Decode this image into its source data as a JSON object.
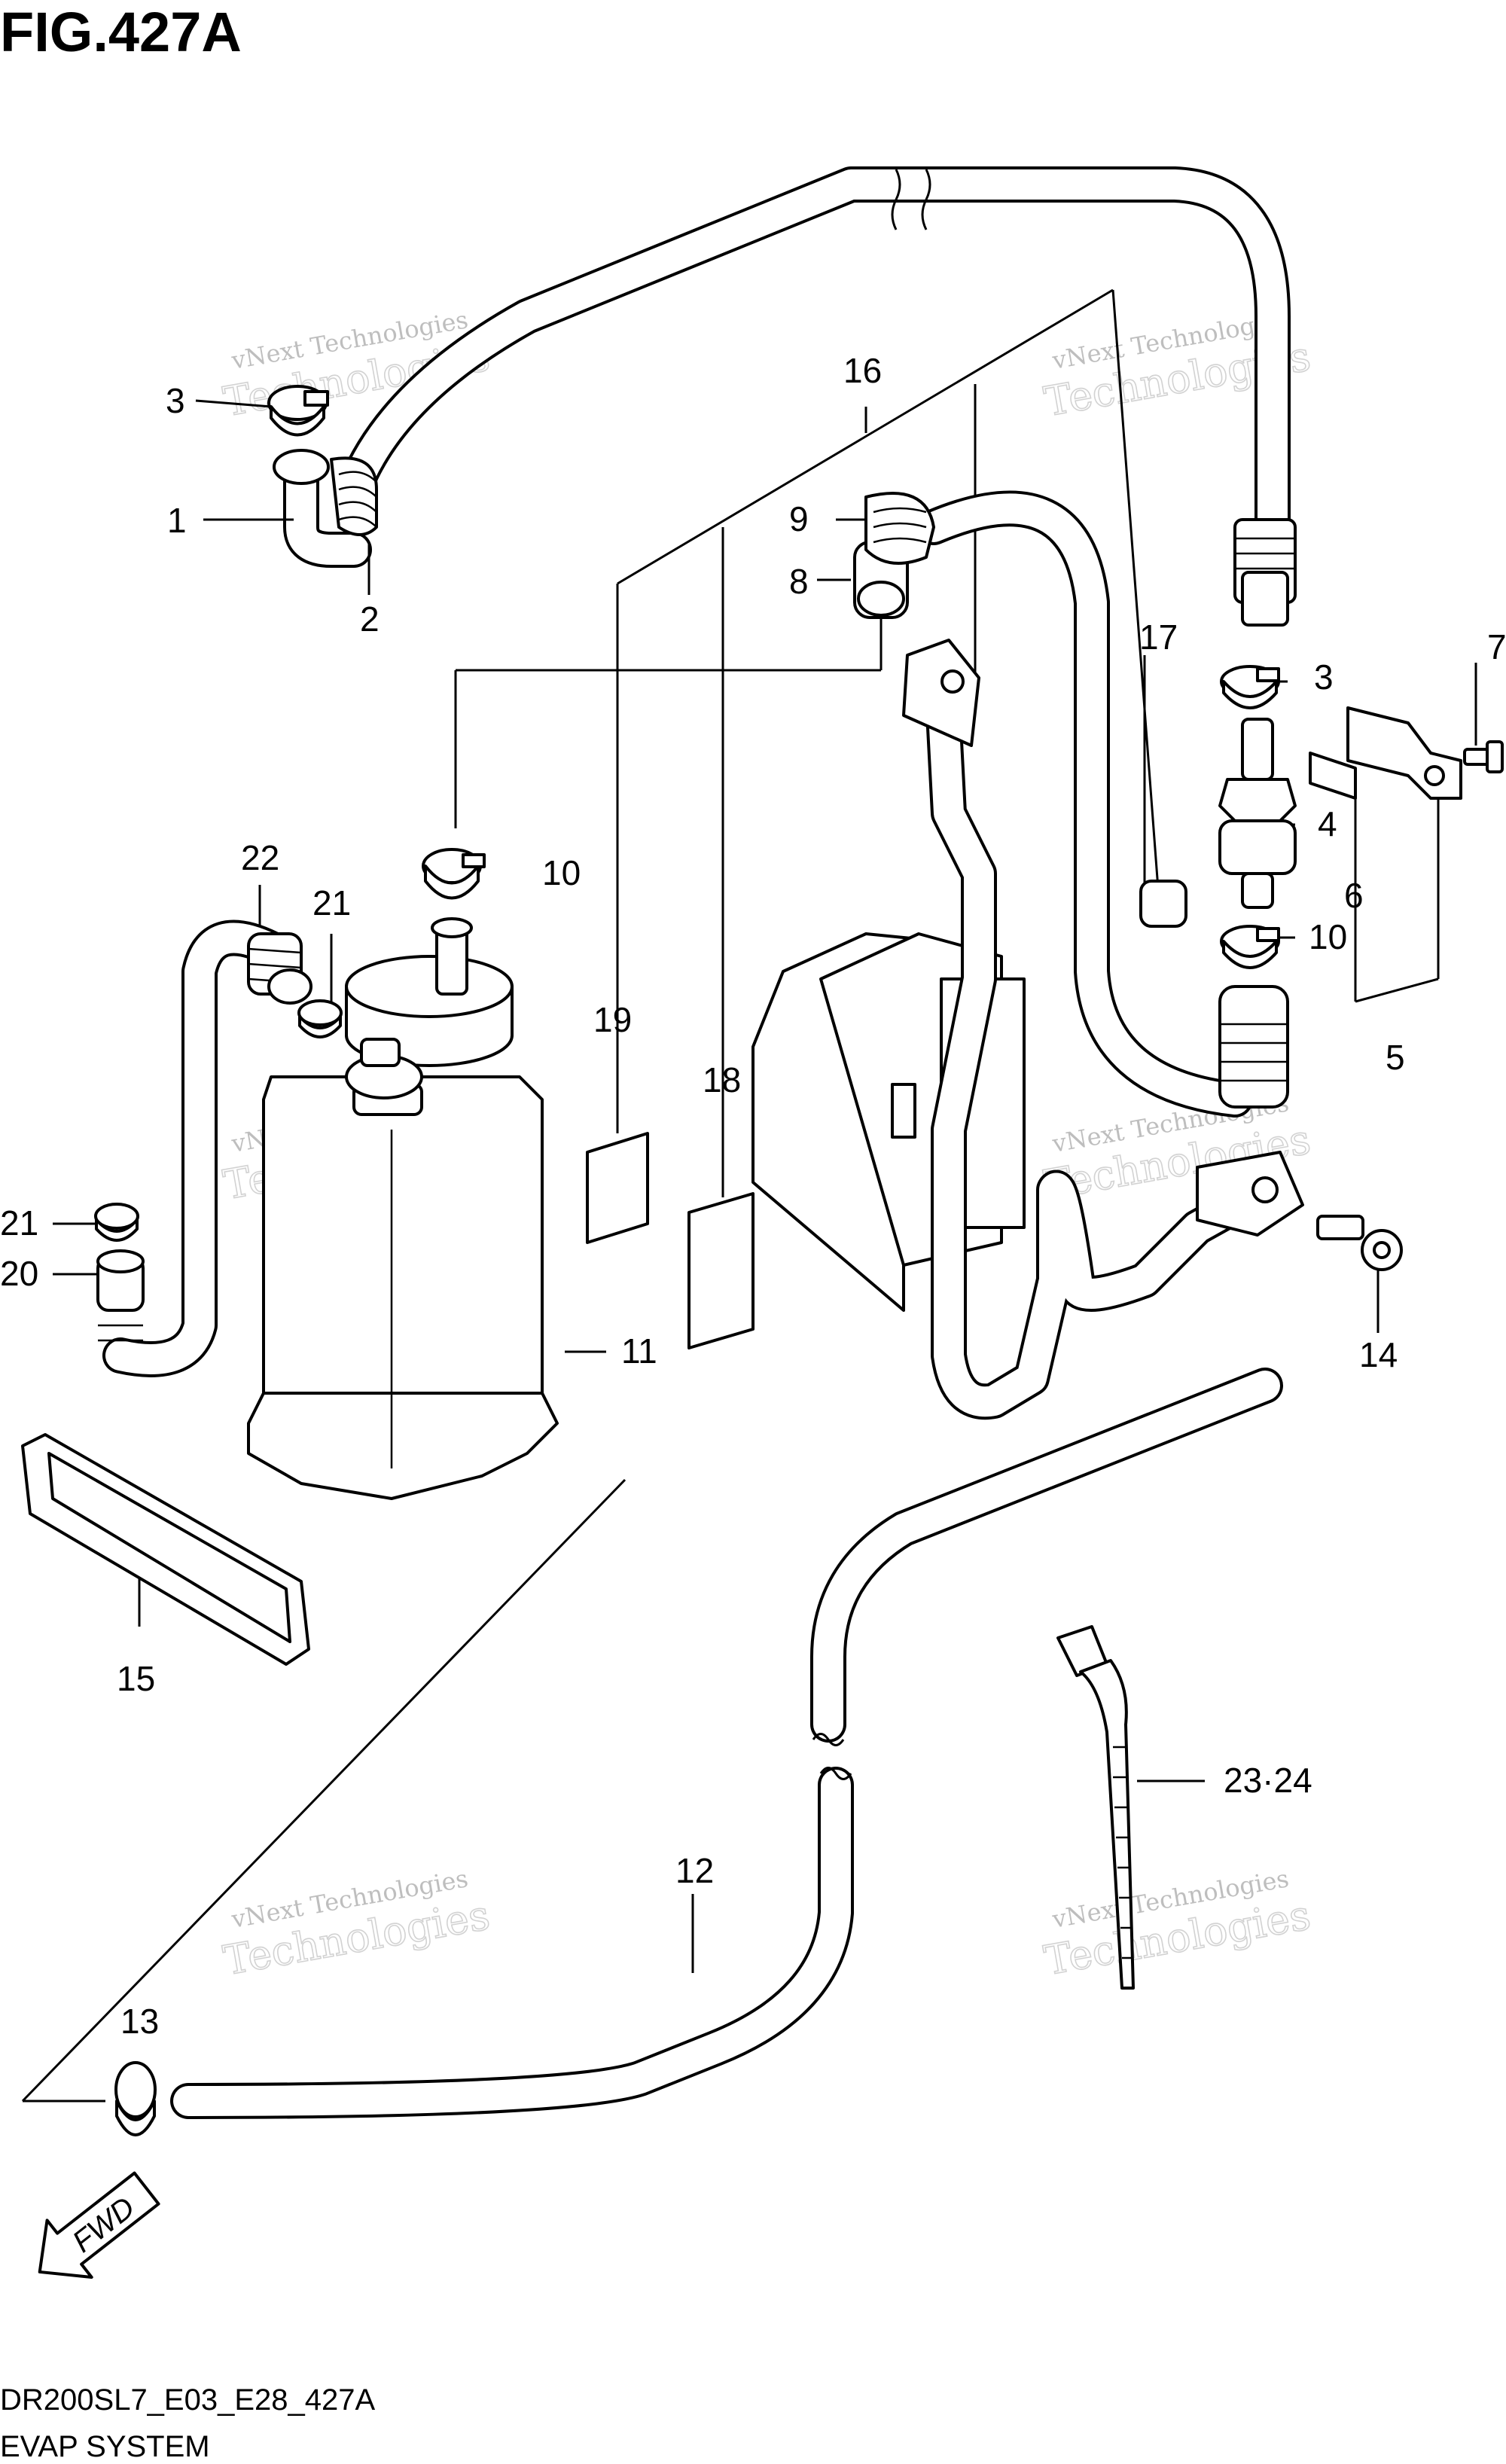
{
  "figure": {
    "title": "FIG.427A",
    "model_code": "DR200SL7_E03_E28_427A",
    "system_name": "EVAP SYSTEM"
  },
  "direction_marker": "FWD",
  "watermark": {
    "line1": "vNext Technologies",
    "line2": "Technologies"
  },
  "callouts": [
    {
      "id": "c1",
      "label": "1"
    },
    {
      "id": "c2",
      "label": "2"
    },
    {
      "id": "c3a",
      "label": "3"
    },
    {
      "id": "c3b",
      "label": "3"
    },
    {
      "id": "c4",
      "label": "4"
    },
    {
      "id": "c5",
      "label": "5"
    },
    {
      "id": "c6",
      "label": "6"
    },
    {
      "id": "c7",
      "label": "7"
    },
    {
      "id": "c8",
      "label": "8"
    },
    {
      "id": "c9",
      "label": "9"
    },
    {
      "id": "c10a",
      "label": "10"
    },
    {
      "id": "c10b",
      "label": "10"
    },
    {
      "id": "c11",
      "label": "11"
    },
    {
      "id": "c12",
      "label": "12"
    },
    {
      "id": "c13",
      "label": "13"
    },
    {
      "id": "c14",
      "label": "14"
    },
    {
      "id": "c15",
      "label": "15"
    },
    {
      "id": "c16",
      "label": "16"
    },
    {
      "id": "c17",
      "label": "17"
    },
    {
      "id": "c18",
      "label": "18"
    },
    {
      "id": "c19",
      "label": "19"
    },
    {
      "id": "c20",
      "label": "20"
    },
    {
      "id": "c21a",
      "label": "21"
    },
    {
      "id": "c21b",
      "label": "21"
    },
    {
      "id": "c22",
      "label": "22"
    },
    {
      "id": "c2324",
      "label": "23·24"
    }
  ]
}
